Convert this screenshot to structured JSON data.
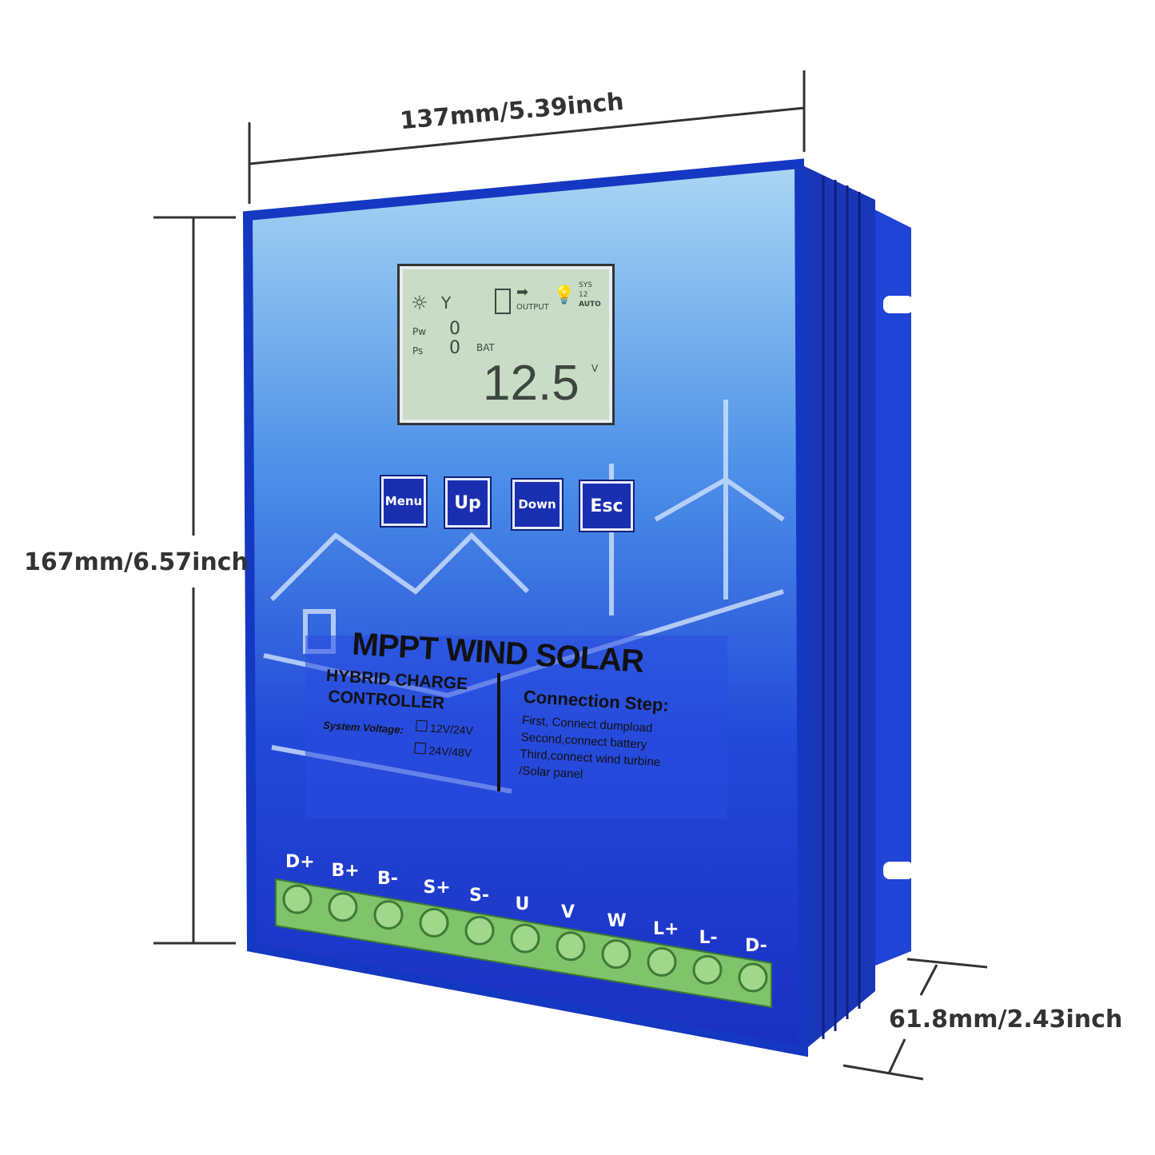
{
  "dimensions": {
    "width": "137mm/5.39inch",
    "height": "167mm/6.57inch",
    "depth": "61.8mm/2.43inch"
  },
  "lcd": {
    "pw_label": "Pw",
    "ps_label": "Ps",
    "pw_value": "0",
    "ps_value": "0",
    "bat_label": "BAT",
    "output_label": "OUTPUT",
    "sys_label": "SYS",
    "sys_value": "12",
    "mode": "AUTO",
    "voltage": "12.5",
    "voltage_unit": "V",
    "icons": [
      "sun-icon",
      "wind-turbine-icon",
      "battery-icon",
      "arrow-right-icon",
      "bulb-icon"
    ]
  },
  "buttons": [
    {
      "label": "Menu"
    },
    {
      "label": "Up"
    },
    {
      "label": "Down"
    },
    {
      "label": "Esc"
    }
  ],
  "panel": {
    "title": "MPPT WIND SOLAR",
    "subtitle_1": "HYBRID CHARGE",
    "subtitle_2": "CONTROLLER",
    "system_voltage_label": "System Voltage:",
    "voltage_option_1": "12V/24V",
    "voltage_option_2": "24V/48V",
    "connection_title": "Connection Step:",
    "steps": [
      "First, Connect dumpload",
      "Second,connect battery",
      "Third,connect wind turbine",
      "/Solar panel"
    ]
  },
  "terminals": [
    "D+",
    "B+",
    "B-",
    "S+",
    "S-",
    "U",
    "V",
    "W",
    "L+",
    "L-",
    "D-"
  ],
  "colors": {
    "body": "#1f3fd0",
    "lcd": "#c9dcc6",
    "terminal_block": "#7fc36a"
  }
}
